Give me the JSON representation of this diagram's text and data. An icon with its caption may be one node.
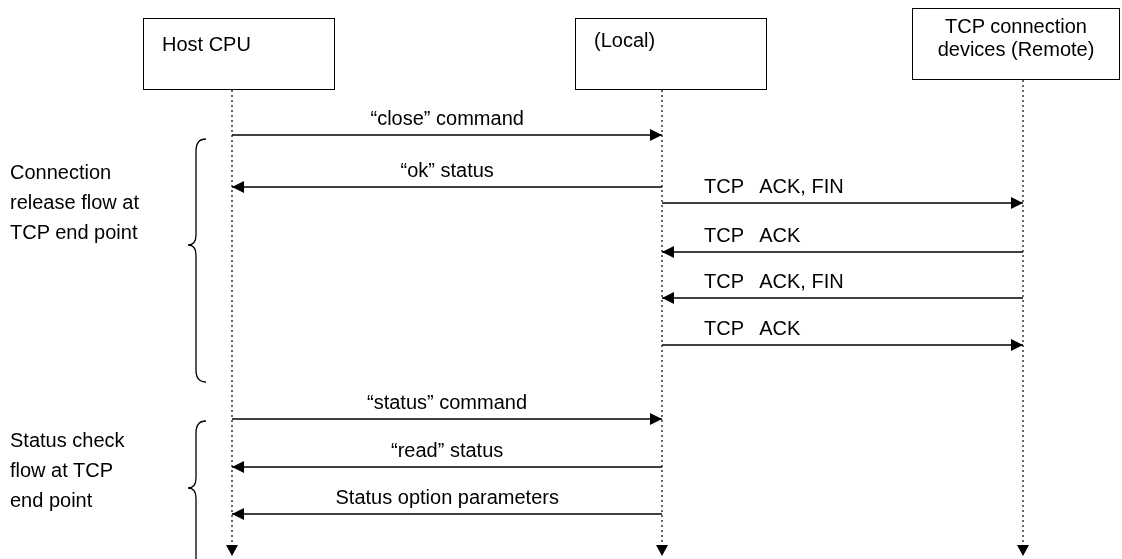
{
  "diagram": {
    "nodes": [
      {
        "text": [
          "Host CPU"
        ]
      },
      {
        "text": [
          "(Local)"
        ]
      },
      {
        "text": [
          "TCP connection devices (Remote)"
        ]
      }
    ],
    "edges": [
      {
        "from": 0,
        "to": 1,
        "arrow": "to",
        "label": "“close” command"
      },
      {
        "from": 1,
        "to": 0,
        "arrow": "to",
        "label": "“ok” status"
      },
      {
        "from": 1,
        "to": 2,
        "arrow": "to",
        "label": "TCP   ACK, FIN"
      },
      {
        "from": 2,
        "to": 1,
        "arrow": "to",
        "label": "TCP   ACK"
      },
      {
        "from": 2,
        "to": 1,
        "arrow": "to",
        "label": "TCP   ACK, FIN"
      },
      {
        "from": 1,
        "to": 2,
        "arrow": "to",
        "label": "TCP   ACK"
      },
      {
        "from": 0,
        "to": 1,
        "arrow": "to",
        "label": "“status” command"
      },
      {
        "from": 1,
        "to": 0,
        "arrow": "to",
        "label": "“read” status"
      },
      {
        "from": 1,
        "to": 0,
        "arrow": "to",
        "label": "Status option parameters"
      }
    ],
    "labels": [
      "Connection release flow at TCP end point",
      "Status check flow at TCP end point"
    ]
  }
}
